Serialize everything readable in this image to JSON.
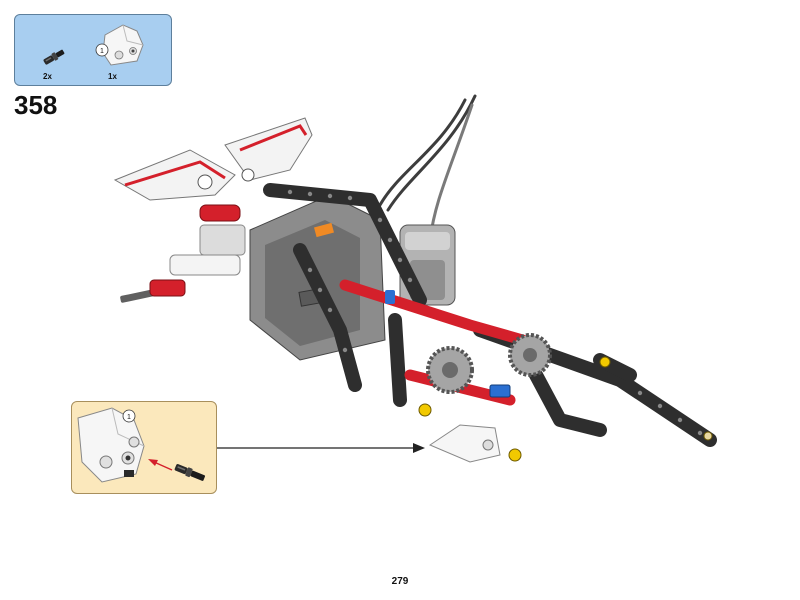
{
  "parts_list": {
    "items": [
      {
        "icon": "black-axle-pin-icon",
        "quantity": "2x"
      },
      {
        "icon": "white-panel-1-icon",
        "quantity": "1x"
      }
    ],
    "panel_badge": "1"
  },
  "step": {
    "number": "358"
  },
  "callout": {
    "badge": "1"
  },
  "page": {
    "number": "279"
  },
  "colors": {
    "parts_box_bg": "#a8cef0",
    "callout_bg": "#fbe8bc",
    "beam_black": "#2e2e2e",
    "beam_red": "#d4202b",
    "panel_white": "#f4f4f4",
    "brick_gray": "#7d7d7d"
  }
}
